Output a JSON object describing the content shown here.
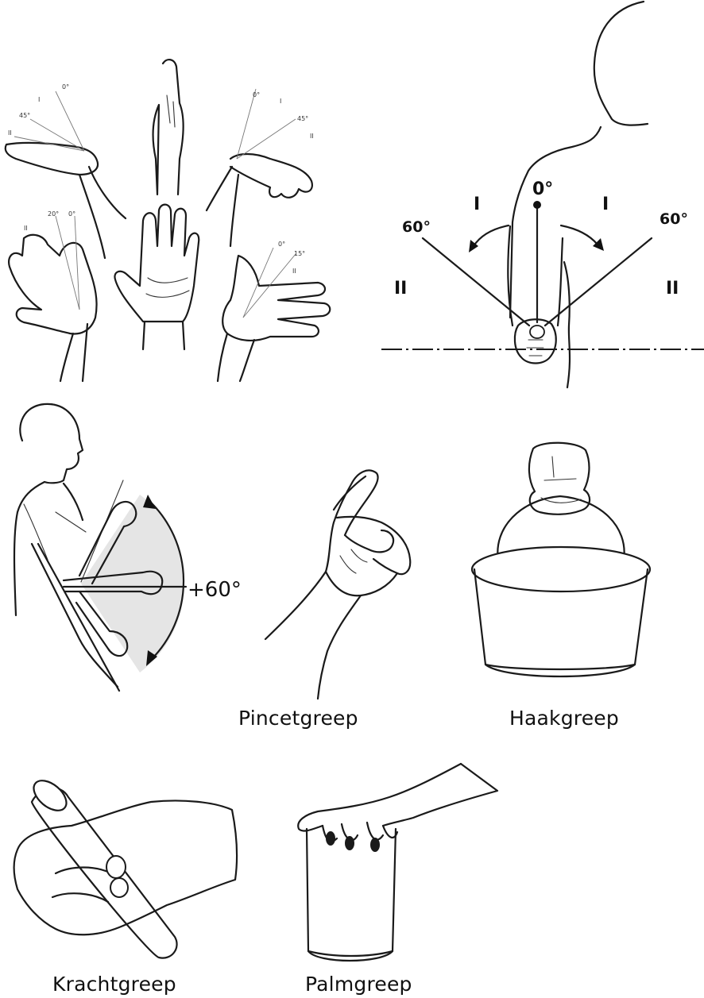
{
  "wrist_figure": {
    "labels": [
      "0°",
      "45°",
      "I",
      "II",
      "20°",
      "0°",
      "II",
      "0°",
      "I",
      "45°",
      "II",
      "0°",
      "15°",
      "II"
    ]
  },
  "shoulder_figure": {
    "zero_label": "0°",
    "left_angle": "60°",
    "right_angle": "60°",
    "zone_i_left": "I",
    "zone_i_right": "I",
    "zone_ii_left": "II",
    "zone_ii_right": "II"
  },
  "elbow_figure": {
    "angle_label": "+60°"
  },
  "grips": {
    "pincet": "Pincetgreep",
    "haak": "Haakgreep",
    "kracht": "Krachtgreep",
    "palm": "Palmgreep"
  }
}
